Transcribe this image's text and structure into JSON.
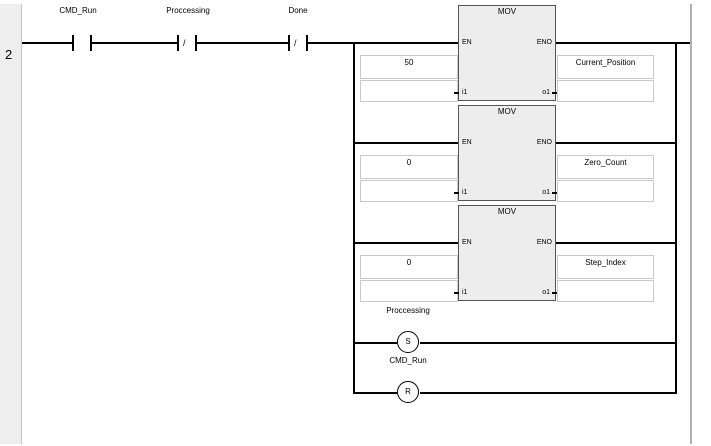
{
  "rung": {
    "number": "2",
    "contacts": [
      {
        "label": "CMD_Run",
        "negated": false
      },
      {
        "label": "Proccessing",
        "negated": true,
        "symbol": "/"
      },
      {
        "label": "Done",
        "negated": true,
        "symbol": "/"
      }
    ],
    "mov_blocks": [
      {
        "title": "MOV",
        "en": "EN",
        "eno": "ENO",
        "in_pin": "i1",
        "out_pin": "o1",
        "input_value": "50",
        "output_target": "Current_Position"
      },
      {
        "title": "MOV",
        "en": "EN",
        "eno": "ENO",
        "in_pin": "i1",
        "out_pin": "o1",
        "input_value": "0",
        "output_target": "Zero_Count"
      },
      {
        "title": "MOV",
        "en": "EN",
        "eno": "ENO",
        "in_pin": "i1",
        "out_pin": "o1",
        "input_value": "0",
        "output_target": "Step_Index"
      }
    ],
    "coils": [
      {
        "label": "Proccessing",
        "type": "S"
      },
      {
        "label": "CMD_Run",
        "type": "R"
      }
    ]
  },
  "colors": {
    "wire": "#000000",
    "block_fill": "#ededed",
    "gutter": "#eeeeee"
  }
}
